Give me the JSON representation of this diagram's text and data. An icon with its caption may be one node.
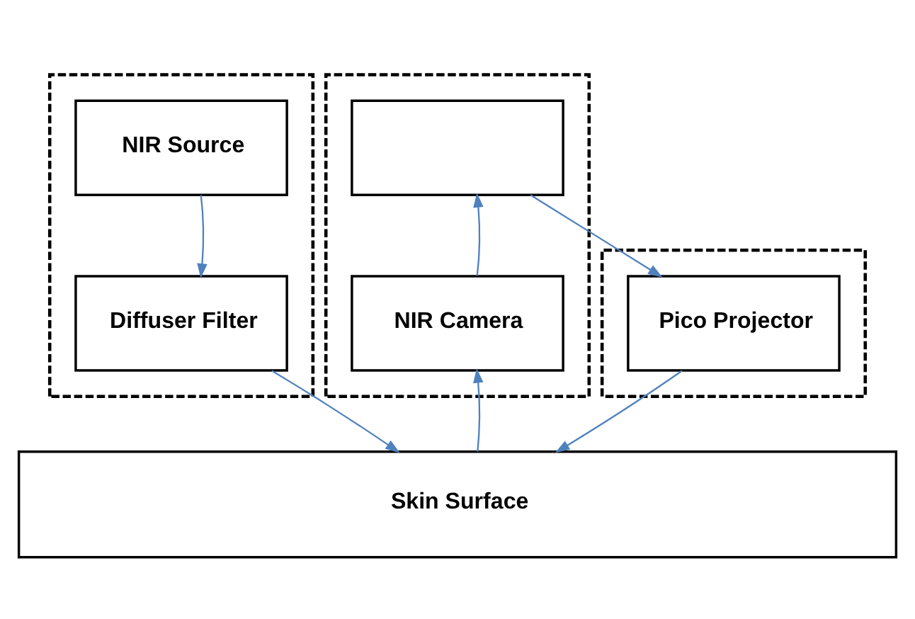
{
  "diagram": {
    "nodes": [
      {
        "text": [],
        "shape": "box"
      },
      {
        "text": [
          "NIR Source"
        ],
        "in": 0
      },
      {
        "text": [
          "Diffuser Filter"
        ],
        "in": 0
      },
      {
        "text": [],
        "shape": "box"
      },
      {
        "text": [],
        "shape": "box",
        "in": 3
      },
      {
        "text": [
          "NIR Camera"
        ],
        "in": 3
      },
      {
        "text": [],
        "shape": "box"
      },
      {
        "text": [
          "Pico Projector"
        ],
        "in": 6
      },
      {
        "text": [
          "Skin Surface"
        ]
      }
    ],
    "edges": [
      {
        "from": 1,
        "to": 2,
        "arrow": "to",
        "color": "#4f81bd"
      },
      {
        "from": 2,
        "to": 8,
        "arrow": "to",
        "color": "#4f81bd"
      },
      {
        "from": 8,
        "to": 5,
        "arrow": "to",
        "color": "#4f81bd"
      },
      {
        "from": 5,
        "to": 4,
        "arrow": "to",
        "color": "#4f81bd"
      },
      {
        "from": 4,
        "to": 7,
        "arrow": "to",
        "color": "#4f81bd"
      },
      {
        "from": 7,
        "to": 8,
        "arrow": "to",
        "color": "#4f81bd"
      }
    ]
  }
}
